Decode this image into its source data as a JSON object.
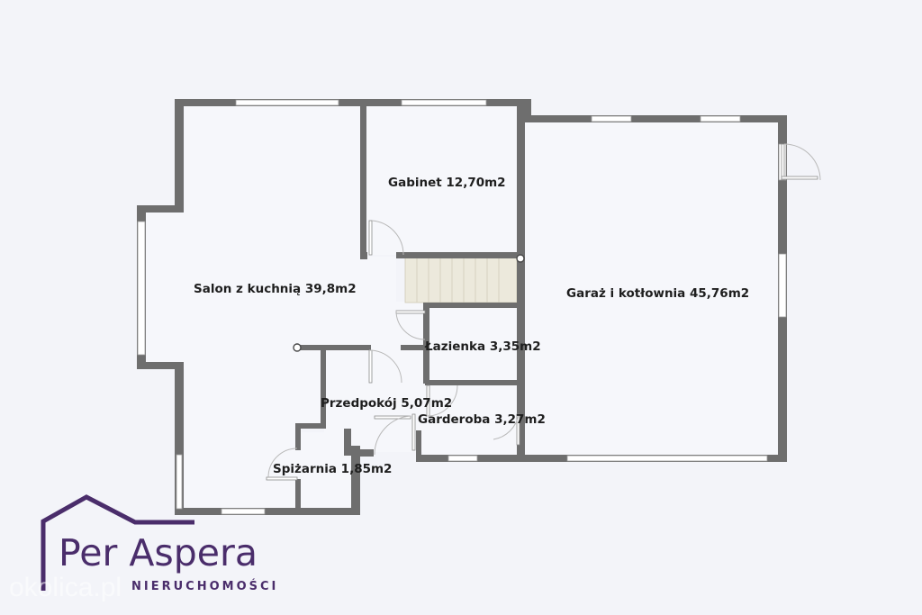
{
  "rooms": {
    "salon": "Salon z kuchnią 39,8m2",
    "gabinet": "Gabinet 12,70m2",
    "garaz": "Garaż i kotłownia 45,76m2",
    "lazienka": "Łazienka 3,35m2",
    "przedpokoj": "Przedpokój 5,07m2",
    "garderoba": "Garderoba 3,27m2",
    "spizarnia": "Spiżarnia 1,85m2"
  },
  "logo": {
    "name": "Per Aspera",
    "subtitle": "NIERUCHOMOŚCI",
    "color": "#4a2d6b"
  },
  "watermark": "okolica.pl",
  "colors": {
    "floor": "#f6f7fb",
    "wall": "#6e6e6e",
    "stairs": "#ece9dc",
    "background": "#f3f4f9"
  }
}
